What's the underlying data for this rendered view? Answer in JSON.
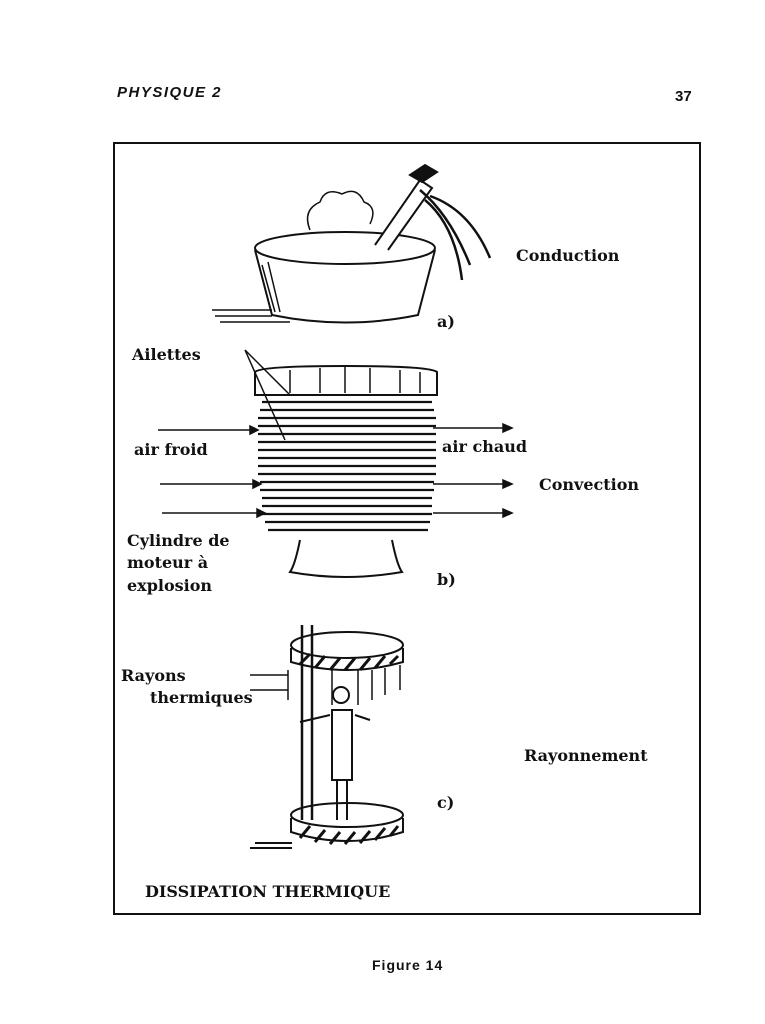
{
  "header": {
    "title": "PHYSIQUE 2",
    "page_number": "37"
  },
  "figure": {
    "caption": "Figure 14",
    "title": "DISSIPATION THERMIQUE",
    "panel_a": {
      "letter": "a)",
      "label": "Conduction"
    },
    "panel_b": {
      "letter": "b)",
      "label": "Convection",
      "fins_label": "Ailettes",
      "cold_air": "air froid",
      "hot_air": "air chaud",
      "cylinder_label": [
        "Cylindre de",
        "moteur à",
        "explosion"
      ]
    },
    "panel_c": {
      "letter": "c)",
      "label": "Rayonnement",
      "rays_label": [
        "Rayons",
        "thermiques"
      ]
    }
  }
}
